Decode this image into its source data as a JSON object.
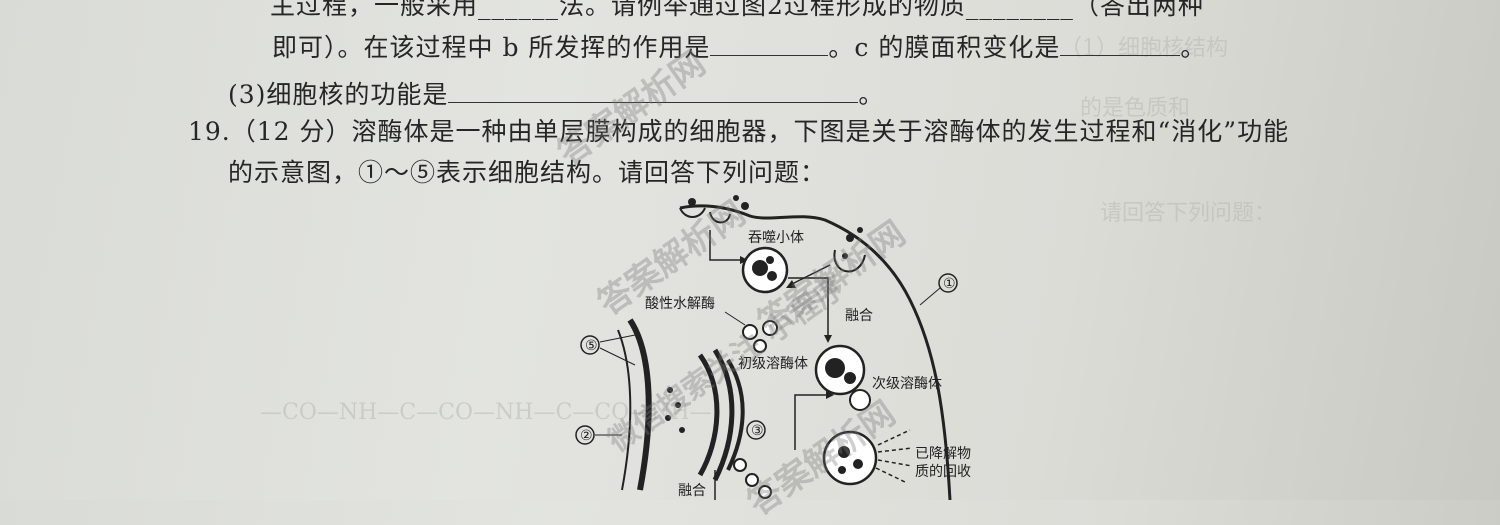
{
  "text": {
    "line_top": "主过程，一般采用______法。请例举通过图2过程形成的物质________（答出两种",
    "line2_a": "即可）。在该过程中 b 所发挥的作用是",
    "line2_b": "。c 的膜面积变化是",
    "line2_c": "。",
    "line3_a": "(3)细胞核的功能是",
    "line3_b": "。",
    "q19_line1": "19.（12 分）溶酶体是一种由单层膜构成的细胞器，下图是关于溶酶体的发生过程和“消化”功能",
    "q19_line2": "的示意图，①～⑤表示细胞结构。请回答下列问题："
  },
  "diagram": {
    "labels": {
      "phagosome": "吞噬小体",
      "membrane_1": "①",
      "fusion_top": "融合",
      "acid_hydrolase": "酸性水解酶",
      "label_5": "⑤",
      "primary_lysosome": "初级溶酶体",
      "secondary_lysosome": "次级溶酶体",
      "label_2": "②",
      "label_3": "③",
      "degraded": "已降解物质的回收",
      "fusion_bottom": "融合"
    }
  },
  "watermarks": [
    "答案解析网",
    "答案解析网",
    "答案解析网",
    "微信搜索关注 小程序",
    "答案解析网"
  ]
}
